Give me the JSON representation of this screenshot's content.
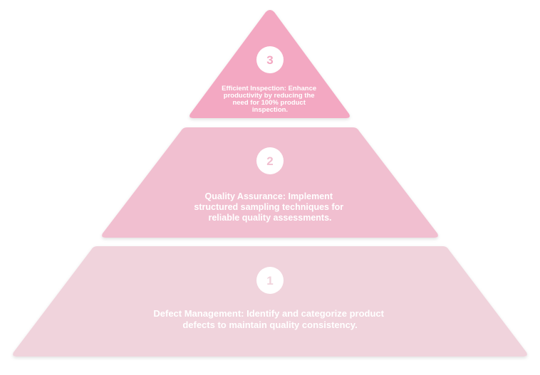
{
  "pyramid": {
    "colors": {
      "top": "#f3a8c2",
      "middle": "#f1bfd0",
      "bottom": "#f0d3dc",
      "badge_fill": "#ffffff",
      "text": "#ffffff"
    },
    "levels": [
      {
        "number": "3",
        "lines": [
          "Efficient Inspection: Enhance",
          "productivity by reducing the",
          "need for 100% product",
          "inspection."
        ]
      },
      {
        "number": "2",
        "lines": [
          "Quality Assurance: Implement",
          "structured sampling techniques for",
          "reliable quality assessments."
        ]
      },
      {
        "number": "1",
        "lines": [
          "Defect Management: Identify and categorize product",
          "defects to maintain quality consistency."
        ]
      }
    ]
  }
}
